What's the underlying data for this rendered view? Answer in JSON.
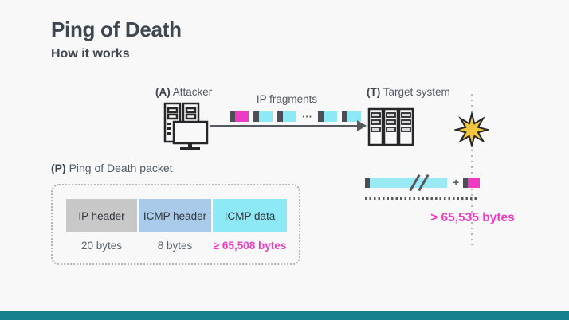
{
  "slide": {
    "title": "Ping of Death",
    "subtitle": "How it works"
  },
  "attacker": {
    "prefix": "(A)",
    "label": "Attacker"
  },
  "target": {
    "prefix": "(T)",
    "label": "Target system"
  },
  "fragments": {
    "label": "IP fragments",
    "ellipsis": "···",
    "sequence": [
      "magenta",
      "cyan",
      "cyan",
      "cyan",
      "cyan"
    ]
  },
  "reassembly": {
    "plus": "+",
    "size_label": "> 65,535 bytes"
  },
  "packet": {
    "prefix": "(P)",
    "label": "Ping of Death packet",
    "segments": [
      {
        "name": "IP header",
        "size": "20 bytes"
      },
      {
        "name": "ICMP header",
        "size": "8 bytes"
      },
      {
        "name": "ICMP data",
        "size": "≥ 65,508 bytes"
      }
    ]
  },
  "colors": {
    "background": "#f8f8f8",
    "title_text": "#3e4750",
    "label_text": "#4f5a64",
    "magenta": "#ed3bc4",
    "cyan": "#8de9f5",
    "light_blue": "#a9cbe9",
    "block_gray": "#c9c8c8",
    "dark_edge": "#4d4d55",
    "line_gray": "#55595e",
    "starburst_gold": "#f3c63f",
    "footer_teal": "#17808f"
  }
}
